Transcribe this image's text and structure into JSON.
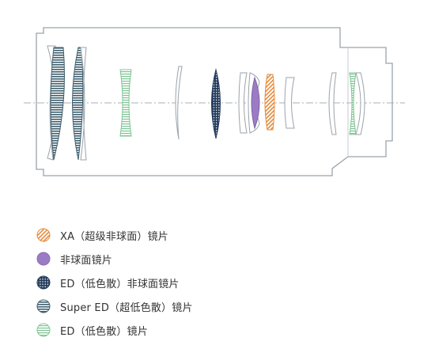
{
  "colors": {
    "xa": "#e58a3a",
    "aspherical": "#9b7cc4",
    "ed_aspherical": "#233b5c",
    "super_ed": "#3f5f6e",
    "ed": "#7ec493",
    "outline": "#9aa3ab",
    "axis": "#a9b0b6"
  },
  "legend": [
    {
      "key": "xa",
      "label": "XA（超级非球面）镜片",
      "icon": "diagonal-hatch-circle"
    },
    {
      "key": "aspherical",
      "label": "非球面镜片",
      "icon": "solid-circle"
    },
    {
      "key": "ed_aspherical",
      "label": "ED（低色散）非球面镜片",
      "icon": "crosshatch-circle"
    },
    {
      "key": "super_ed",
      "label": "Super ED（超低色散）镜片",
      "icon": "horizontal-lines-circle"
    },
    {
      "key": "ed",
      "label": "ED（低色散）镜片",
      "icon": "horizontal-lines-circle"
    }
  ]
}
